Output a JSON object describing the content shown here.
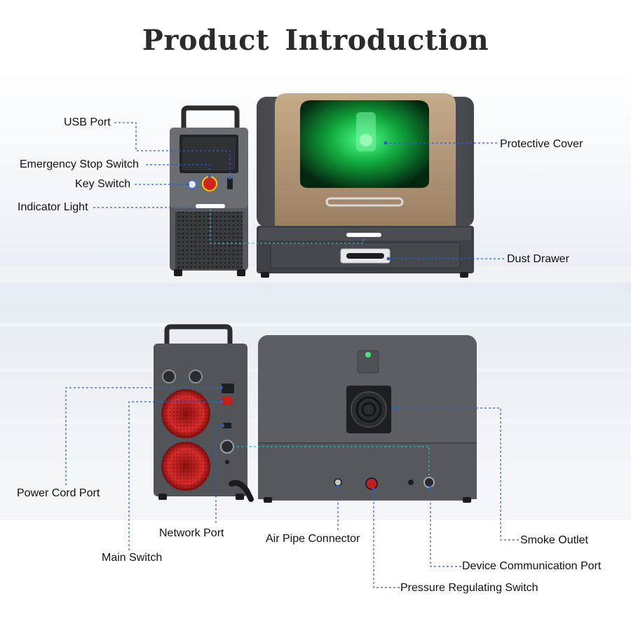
{
  "page_title": "Product Introduction",
  "colors": {
    "leader_line": "#2b5fd0",
    "cyan_line": "#2fb8c8",
    "green_glow": "#1fd35a",
    "gold_cover": "#b19372",
    "machine_gray": "#5a5d62"
  },
  "front_view": {
    "labels": {
      "usb_port": "USB Port",
      "emergency_stop": "Emergency Stop Switch",
      "key_switch": "Key Switch",
      "indicator_light": "Indicator Light",
      "protective_cover": "Protective Cover",
      "dust_drawer": "Dust Drawer"
    }
  },
  "back_view": {
    "labels": {
      "power_cord_port": "Power Cord Port",
      "network_port": "Network Port",
      "main_switch": "Main Switch",
      "air_pipe_connector": "Air Pipe Connector",
      "smoke_outlet": "Smoke Outlet",
      "device_communication_port": "Device Communication Port",
      "pressure_regulating_switch": "Pressure Regulating Switch"
    }
  }
}
